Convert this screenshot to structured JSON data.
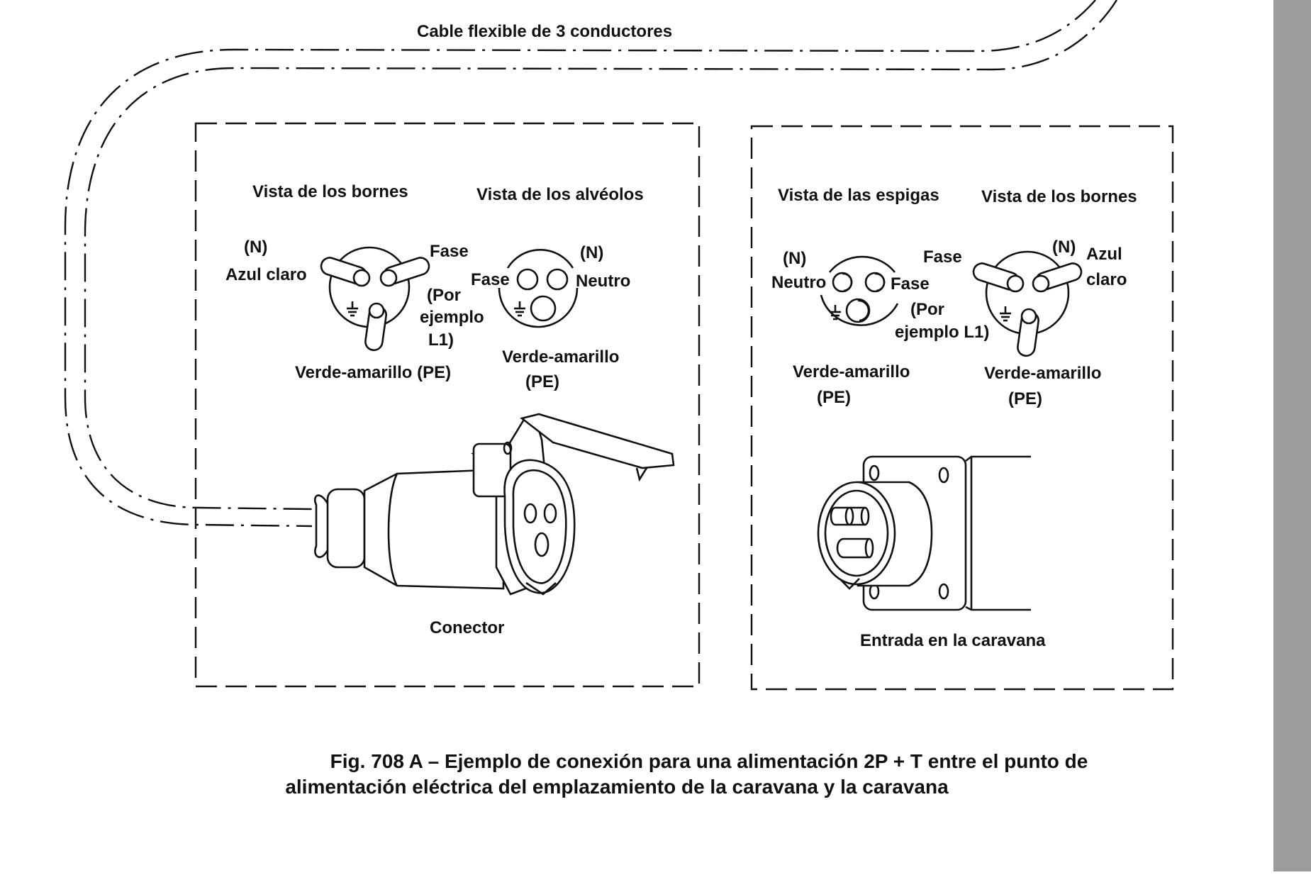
{
  "cable": {
    "label": "Cable flexible de 3 conductores"
  },
  "left_box": {
    "view_terminals": "Vista de los bornes",
    "view_sockets": "Vista de los alvéolos",
    "terminals": {
      "n_tag": "(N)",
      "blue": "Azul claro",
      "phase": "Fase",
      "example_1": "(Por",
      "example_2": "ejemplo",
      "example_3": "L1)",
      "earth": "Verde-amarillo (PE)"
    },
    "sockets": {
      "phase": "Fase",
      "n_tag": "(N)",
      "neutral": "Neutro",
      "earth_1": "Verde-amarillo",
      "earth_2": "(PE)"
    },
    "caption": "Conector"
  },
  "right_box": {
    "view_pins": "Vista de las espigas",
    "view_terminals": "Vista de los bornes",
    "pins": {
      "n_tag": "(N)",
      "neutral": "Neutro",
      "phase_top": "Fase",
      "phase": "Fase",
      "example_1": "(Por",
      "example_2": "ejemplo L1)",
      "earth_1": "Verde-amarillo",
      "earth_2": "(PE)"
    },
    "terminals": {
      "n_tag": "(N)",
      "blue_1": "Azul",
      "blue_2": "claro",
      "earth_1": "Verde-amarillo",
      "earth_2": "(PE)"
    },
    "caption": "Entrada en la caravana"
  },
  "figure": {
    "caption_line1": "Fig. 708 A – Ejemplo de conexión para una alimentación 2P + T entre el punto de",
    "caption_line2": "alimentación eléctrica del emplazamiento de la caravana y la caravana"
  },
  "icons": [
    "earth-symbol-icon"
  ],
  "colors": {
    "ink": "#111111",
    "paper": "#ffffff",
    "scrollbar": "#9c9c9c"
  }
}
